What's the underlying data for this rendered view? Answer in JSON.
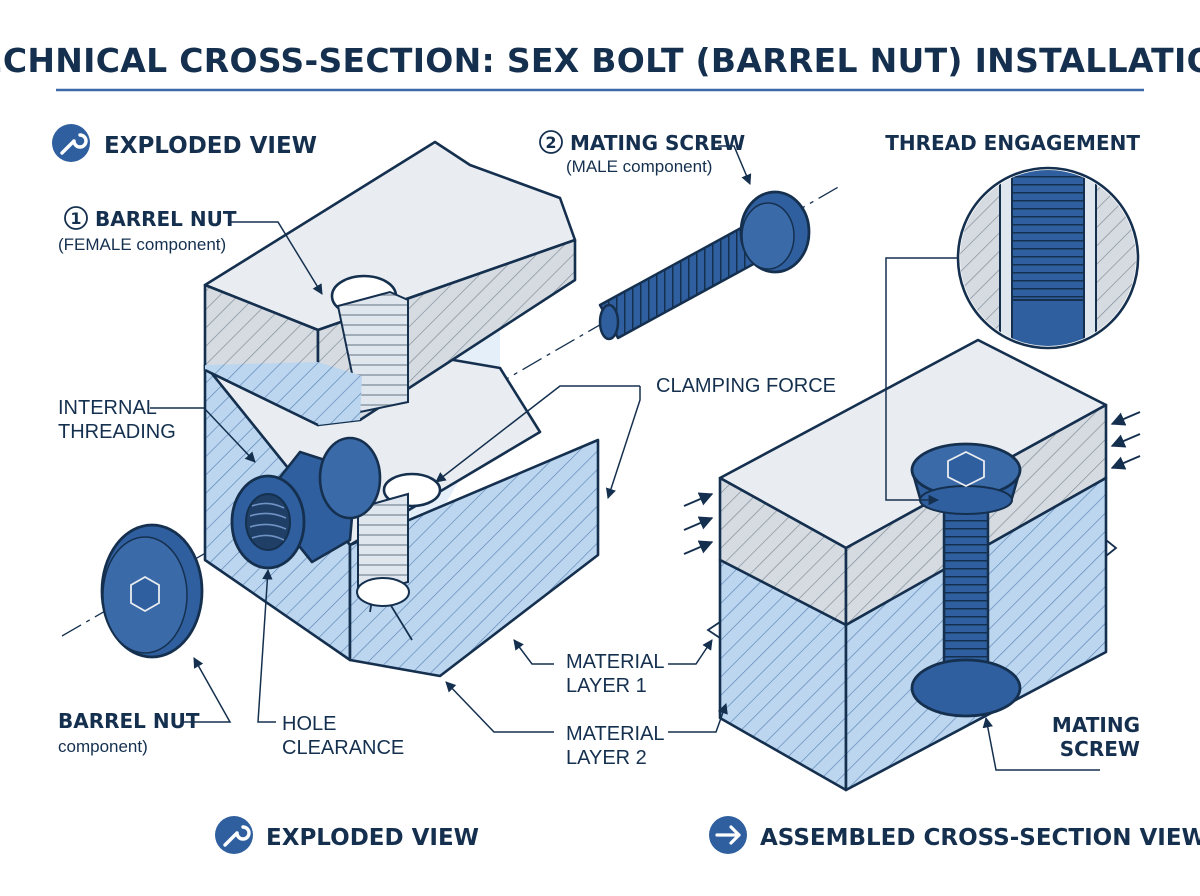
{
  "title": "TECHNICAL CROSS-SECTION: SEX BOLT (BARREL NUT) INSTALLATION",
  "labels": {
    "exploded_view_heading": "EXPLODED VIEW",
    "barrel_nut_number": "1",
    "barrel_nut": "BARREL NUT",
    "barrel_nut_sub": "(FEMALE component)",
    "mating_screw_number": "2",
    "mating_screw": "MATING SCREW",
    "mating_screw_sub": "(MALE component)",
    "internal_threading_1": "INTERNAL",
    "internal_threading_2": "THREADING",
    "clamping_force": "CLAMPING FORCE",
    "barrel_nut_bottom": "BARREL NUT",
    "barrel_nut_bottom_sub": "component)",
    "hole_clearance_1": "HOLE",
    "hole_clearance_2": "CLEARANCE",
    "material_layer_1_a": "MATERIAL",
    "material_layer_1_b": "LAYER 1",
    "material_layer_2_a": "MATERIAL",
    "material_layer_2_b": "LAYER 2",
    "thread_engagement": "THREAD ENGAGEMENT",
    "mating_screw_right_1": "MATING",
    "mating_screw_right_2": "SCREW"
  },
  "footer": {
    "exploded_view": "EXPLODED VIEW",
    "assembled_view": "ASSEMBLED CROSS-SECTION VIEW"
  },
  "colors": {
    "navy": "#15304f",
    "accent_blue": "#2f5f9e",
    "light_blue": "#bcd6ef",
    "light_gray": "#e9edf1",
    "hatch_gray": "#cfd5db",
    "title_rule": "#3b69a8"
  },
  "icons": [
    "wrench-icon",
    "arrow-right-icon"
  ]
}
